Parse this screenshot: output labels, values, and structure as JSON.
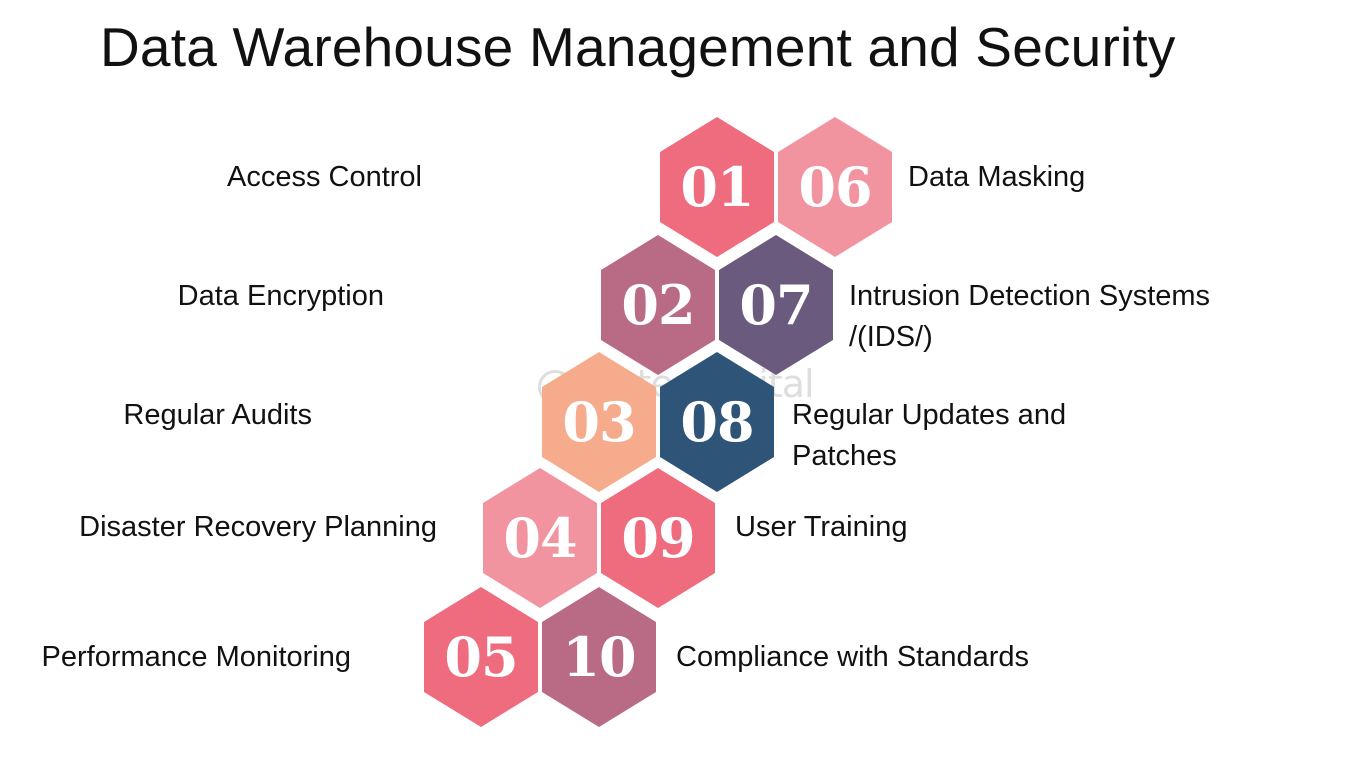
{
  "title": "Data Warehouse Management and Security",
  "watermark": "FasterCapital",
  "items": [
    {
      "num": "01",
      "label": "Access Control",
      "color": "#EF6B7E"
    },
    {
      "num": "02",
      "label": "Data Encryption",
      "color": "#B96A85"
    },
    {
      "num": "03",
      "label": "Regular Audits",
      "color": "#F6AC8C"
    },
    {
      "num": "04",
      "label": "Disaster Recovery Planning",
      "color": "#F294A0"
    },
    {
      "num": "05",
      "label": "Performance Monitoring",
      "color": "#EF6B7E"
    },
    {
      "num": "06",
      "label": "Data Masking",
      "color": "#F294A0"
    },
    {
      "num": "07",
      "label": "Intrusion Detection Systems /(IDS/)",
      "color": "#6A5A7E"
    },
    {
      "num": "08",
      "label": "Regular Updates and Patches",
      "color": "#2E5478"
    },
    {
      "num": "09",
      "label": "User Training",
      "color": "#EF6B7E"
    },
    {
      "num": "10",
      "label": "Compliance with Standards",
      "color": "#B96A85"
    }
  ]
}
